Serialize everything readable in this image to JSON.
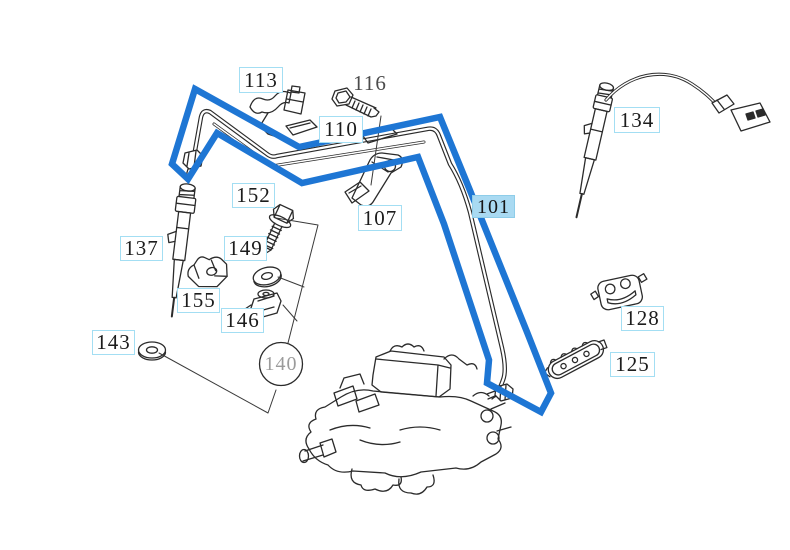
{
  "app": {
    "type": "parts-diagram",
    "background": "#ffffff"
  },
  "colors": {
    "highlight_outline": "#1e76d4",
    "label_border": "#a3def3",
    "selected_label_bg": "#a9daf2",
    "label_text": "#1c1c1c",
    "plain_label_text": "#4b4b4b",
    "group_label_text": "#9b9b9b",
    "line_art": "#2b2b2b"
  },
  "diagram": {
    "selected_part": "101",
    "labels": {
      "l113": "113",
      "l116": "116",
      "l110": "110",
      "l134": "134",
      "l101": "101",
      "l152": "152",
      "l137": "137",
      "l149": "149",
      "l107": "107",
      "l155": "155",
      "l146": "146",
      "l143": "143",
      "l140": "140",
      "l128": "128",
      "l125": "125"
    }
  }
}
